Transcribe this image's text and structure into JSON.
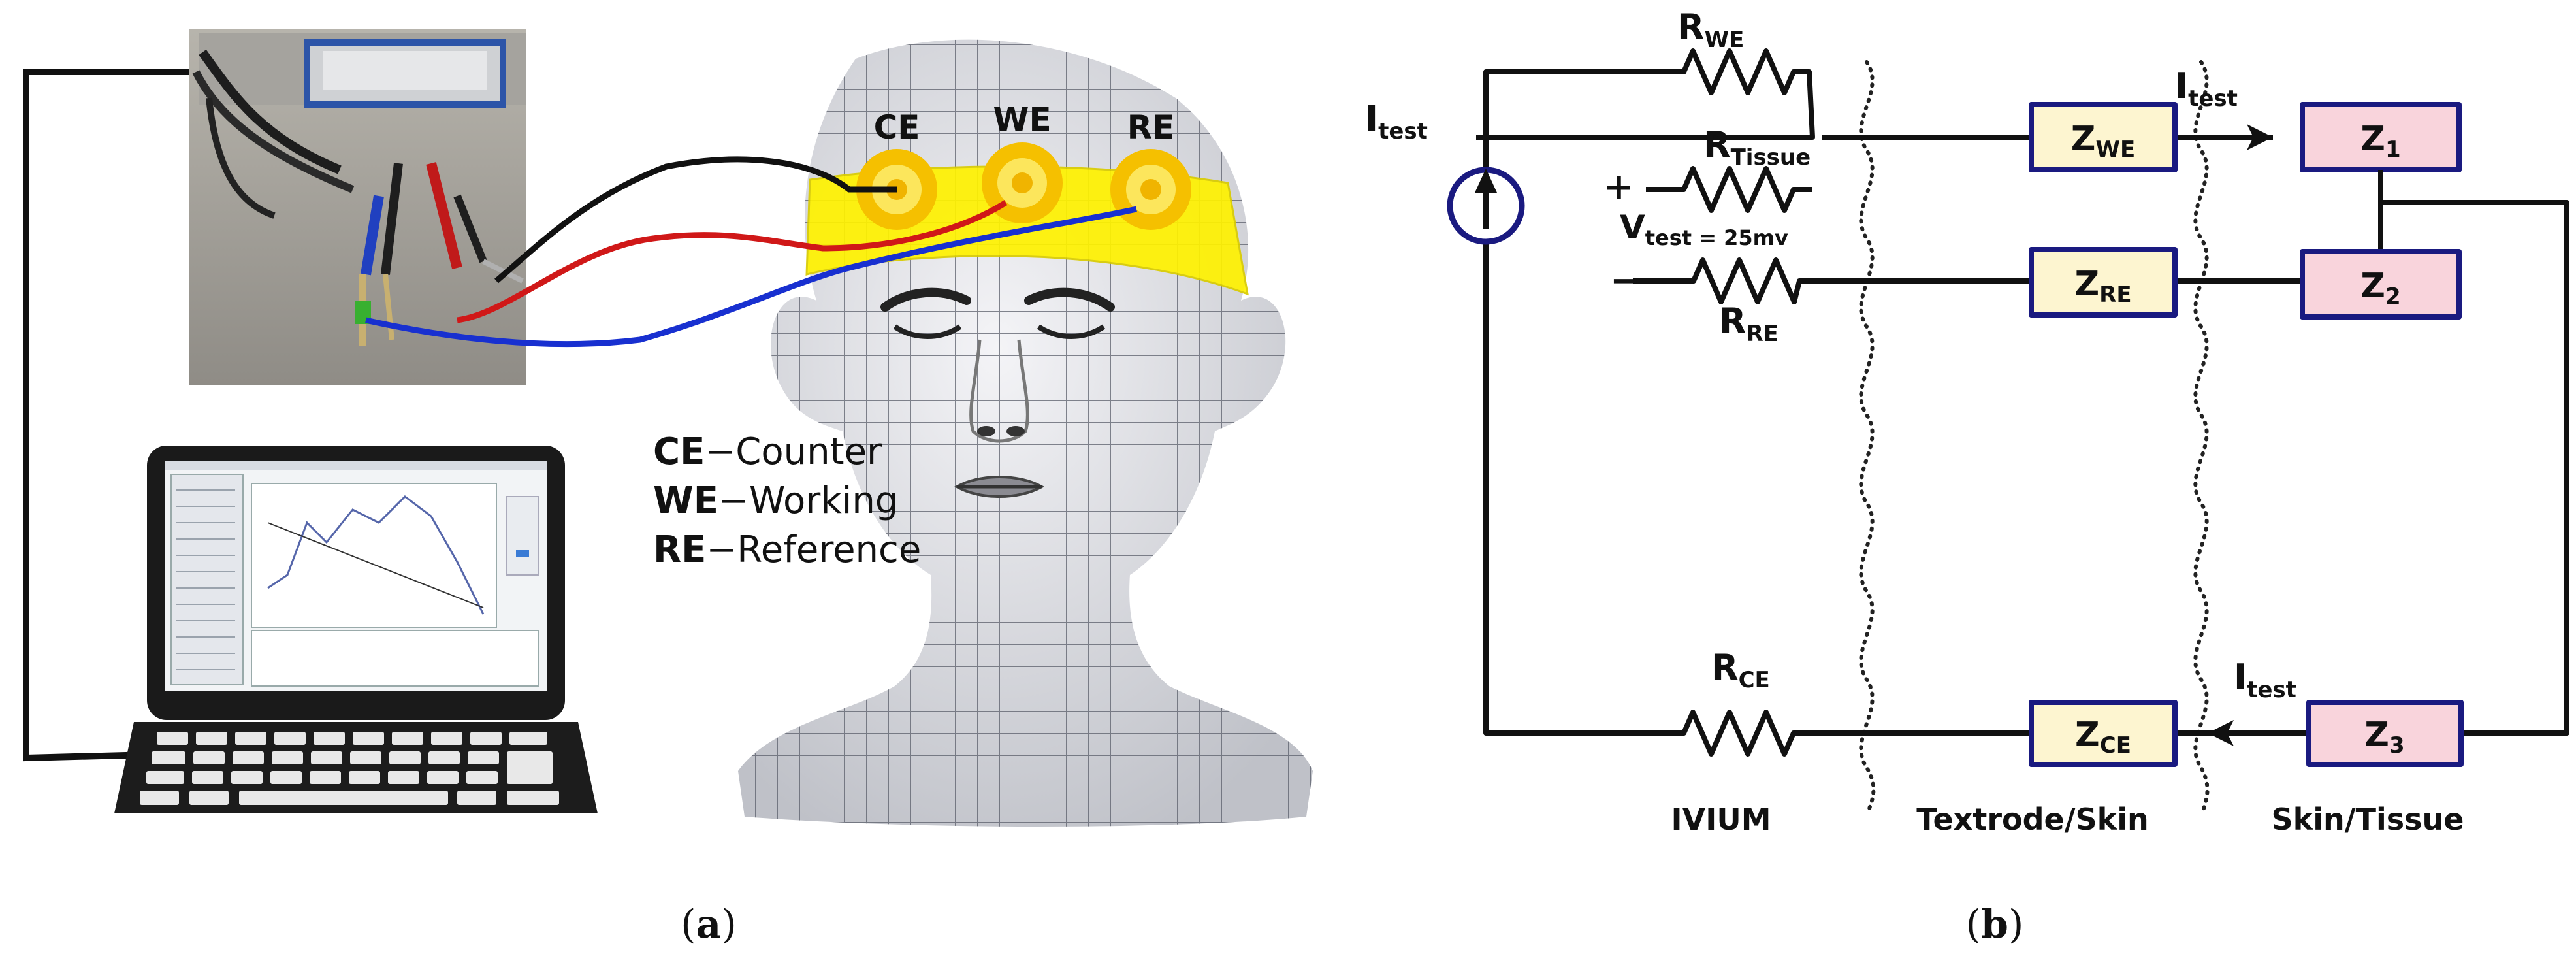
{
  "panel_a": {
    "electrodes": [
      "CE",
      "WE",
      "RE"
    ],
    "legend": [
      {
        "abbr": "CE",
        "sep": "−",
        "name": "Counter"
      },
      {
        "abbr": "WE",
        "sep": "−",
        "name": "Working"
      },
      {
        "abbr": "RE",
        "sep": "−",
        "name": "Reference"
      }
    ],
    "lead_colors": {
      "ce": "#111111",
      "we": "#d01818",
      "re": "#1830d0"
    },
    "band_color": "#fff200",
    "caption_open": "(",
    "caption_letter": "a",
    "caption_close": ")"
  },
  "panel_b": {
    "R_WE": {
      "main": "R",
      "sub": "WE"
    },
    "R_Tissue": {
      "main": "R",
      "sub": "Tissue"
    },
    "R_RE": {
      "main": "R",
      "sub": "RE"
    },
    "R_CE": {
      "main": "R",
      "sub": "CE"
    },
    "I_test": {
      "main": "I",
      "sub": "test"
    },
    "V_test": {
      "main": "V",
      "sub": "test = 25mv"
    },
    "plus": "+",
    "minus": "−",
    "Z_WE": {
      "main": "Z",
      "sub": "WE"
    },
    "Z_RE": {
      "main": "Z",
      "sub": "RE"
    },
    "Z_CE": {
      "main": "Z",
      "sub": "CE"
    },
    "Z_1": {
      "main": "Z",
      "sub": "1"
    },
    "Z_2": {
      "main": "Z",
      "sub": "2"
    },
    "Z_3": {
      "main": "Z",
      "sub": "3"
    },
    "sections": [
      "IVIUM",
      "Textrode/Skin",
      "Skin/Tissue"
    ],
    "caption_open": "(",
    "caption_letter": "b",
    "caption_close": ")",
    "colors": {
      "wire": "#111111",
      "source": "#1a1a80",
      "z_electrode_fill": "#fdf5d0",
      "z_body_fill": "#f9d4dc",
      "box_stroke": "#1a1a80"
    }
  }
}
